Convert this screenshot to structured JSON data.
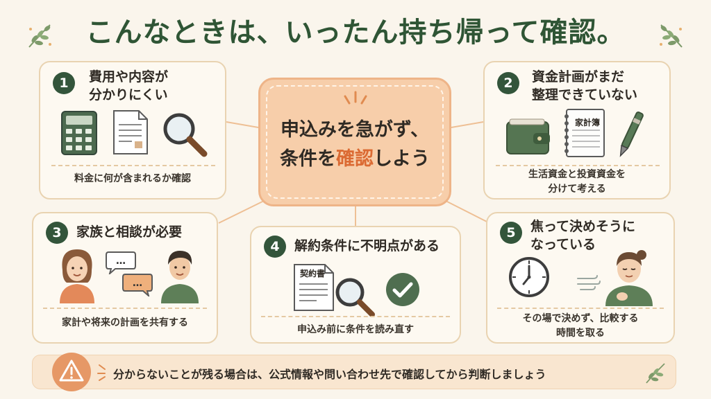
{
  "title": "こんなときは、いったん持ち帰って確認。",
  "center": {
    "line1": "申込みを急がず、",
    "line2_pre": "条件を",
    "line2_accent": "確認",
    "line2_post": "しよう"
  },
  "cards": [
    {
      "number": "1",
      "title_line1": "費用や内容が",
      "title_line2": "分かりにくい",
      "caption_line1": "料金に何が含まれるか確認"
    },
    {
      "number": "2",
      "title_line1": "資金計画がまだ",
      "title_line2": "整理できていない",
      "caption_line1": "生活資金と投資資金を",
      "caption_line2": "分けて考える",
      "notebook_label": "家計簿"
    },
    {
      "number": "3",
      "title_line1": "家族と相談が必要",
      "caption_line1": "家計や将来の計画を共有する",
      "bubble_text": "…"
    },
    {
      "number": "4",
      "title_line1": "解約条件に不明点がある",
      "caption_line1": "申込み前に条件を読み直す",
      "doc_label": "契約書"
    },
    {
      "number": "5",
      "title_line1": "焦って決めそうに",
      "title_line2": "なっている",
      "caption_line1": "その場で決めず、比較する",
      "caption_line2": "時間を取る"
    }
  ],
  "banner": {
    "text": "分からないことが残る場合は、公式情報や問い合わせ先で確認してから判断しましょう"
  },
  "colors": {
    "dark_green": "#33553b",
    "accent_orange": "#db6a33",
    "center_fill": "#f7ceaa",
    "card_border": "#e9d3b1",
    "background": "#faf5ec"
  },
  "icons": [
    "leaf-sprig-icon",
    "calculator-icon",
    "document-icon",
    "magnifier-icon",
    "wallet-icon",
    "notebook-icon",
    "pen-icon",
    "chat-bubble-icon",
    "clock-icon",
    "check-circle-icon",
    "warning-icon",
    "wind-icon",
    "sparkle-icon"
  ]
}
